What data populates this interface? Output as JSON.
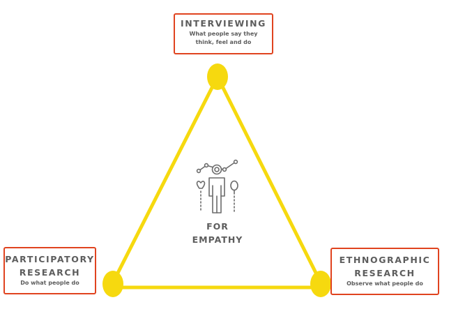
{
  "colors": {
    "triangle": "#f6d90f",
    "box_border": "#e0431f",
    "text": "#5d5d5d",
    "icon": "#6b6b6b"
  },
  "center": {
    "icon": "person-with-data-icon",
    "line1": "FOR",
    "line2": "EMPATHY"
  },
  "nodes": {
    "top": {
      "title": "INTERVIEWING",
      "subtitle": "What people say they think, feel and do"
    },
    "left": {
      "title_line1": "PARTICIPATORY",
      "title_line2": "RESEARCH",
      "subtitle": "Do what people do"
    },
    "right": {
      "title_line1": "ETHNOGRAPHIC",
      "title_line2": "RESEARCH",
      "subtitle": "Observe what people do"
    }
  }
}
